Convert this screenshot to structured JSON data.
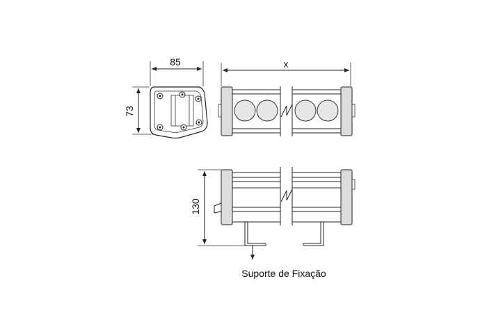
{
  "dimensions": {
    "end_view_width": "85",
    "end_view_height": "73",
    "length": "x",
    "side_view_height": "130"
  },
  "labels": {
    "mounting_bracket": "Suporte de Fixação"
  },
  "colors": {
    "line": "#222222",
    "lens_fill": "#e6e6e6",
    "cap_fill": "#dcdcdc"
  }
}
